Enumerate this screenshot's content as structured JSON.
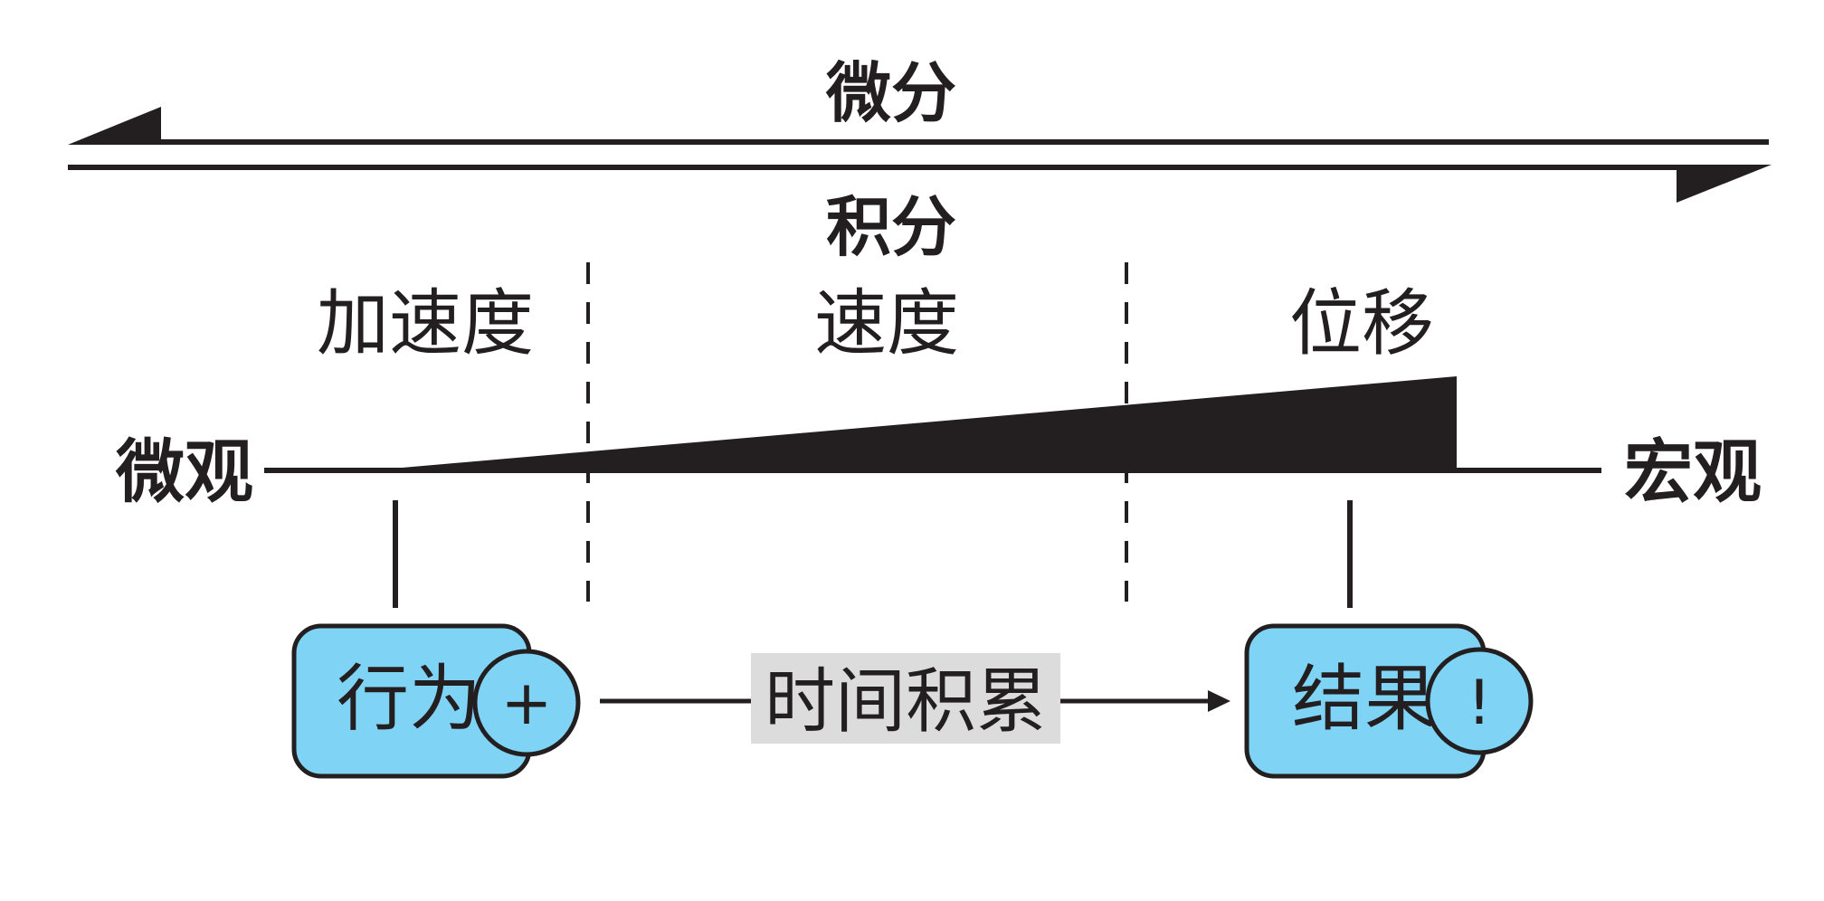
{
  "labels": {
    "differential": "微分",
    "integral": "积分",
    "micro": "微观",
    "macro": "宏观"
  },
  "regions": [
    "加速度",
    "速度",
    "位移"
  ],
  "behavior_box": {
    "label": "行为",
    "symbol": "+",
    "symbol_icon": "plus-icon"
  },
  "result_box": {
    "label": "结果",
    "symbol": "!",
    "symbol_icon": "exclamation-icon"
  },
  "accumulation_label": "时间积累",
  "colors": {
    "ink": "#231f20",
    "box_fill": "#7fd4f5",
    "accumulation_bg": "#dcdcdc",
    "background": "#ffffff"
  }
}
